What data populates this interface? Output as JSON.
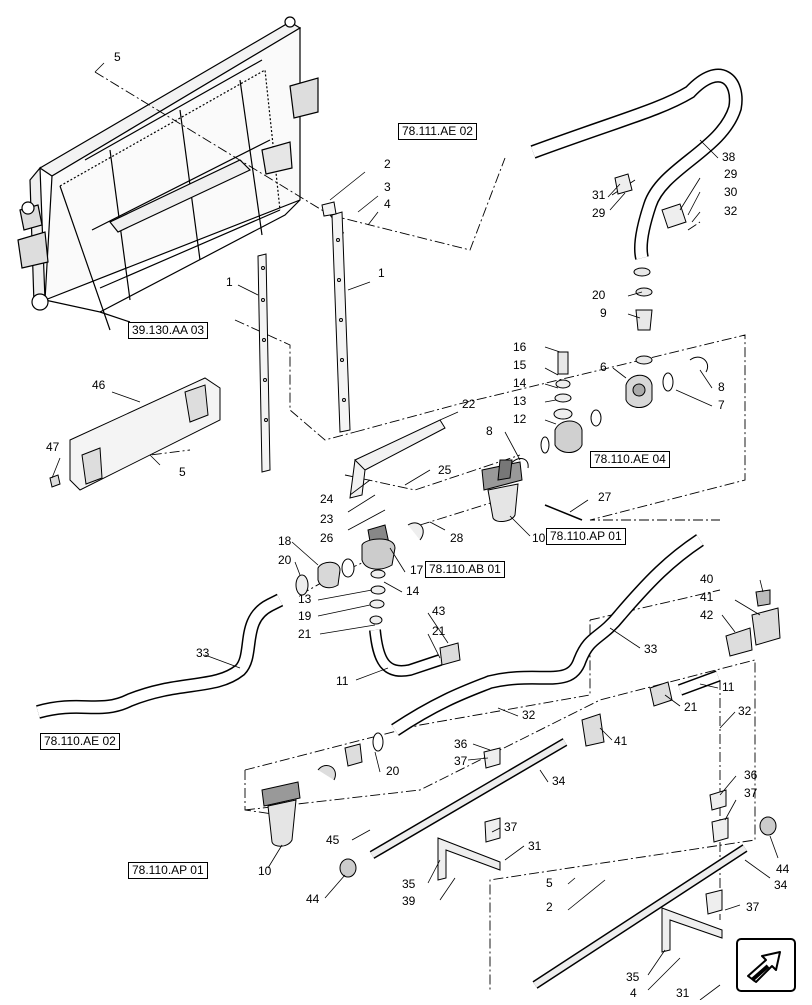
{
  "refs": {
    "r1": "78.111.AE 02",
    "r2": "39.130.AA 03",
    "r3": "78.110.AE 04",
    "r4": "78.110.AP 01",
    "r5": "78.110.AB 01",
    "r6": "78.110.AE 02",
    "r7": "78.110.AP 01"
  },
  "callouts": {
    "c5a": "5",
    "c2a": "2",
    "c3": "3",
    "c4a": "4",
    "c1a": "1",
    "c1b": "1",
    "c46": "46",
    "c47": "47",
    "c5b": "5",
    "c22": "22",
    "c24": "24",
    "c23": "23",
    "c25": "25",
    "c26": "26",
    "c28": "28",
    "c38": "38",
    "c31a": "31",
    "c29a": "29",
    "c29b": "29",
    "c30": "30",
    "c32a": "32",
    "c20a": "20",
    "c9": "9",
    "c16": "16",
    "c15": "15",
    "c14a": "14",
    "c13a": "13",
    "c12": "12",
    "c6": "6",
    "c8a": "8",
    "c7": "7",
    "c8b": "8",
    "c27": "27",
    "c10a": "10",
    "c18": "18",
    "c20b": "20",
    "c17": "17",
    "c13b": "13",
    "c14b": "14",
    "c19": "19",
    "c21a": "21",
    "c43": "43",
    "c21b": "21",
    "c11a": "11",
    "c33a": "33",
    "c33b": "33",
    "c40": "40",
    "c41a": "41",
    "c42": "42",
    "c11b": "11",
    "c21c": "21",
    "c32b": "32",
    "c32c": "32",
    "c41b": "41",
    "c36a": "36",
    "c37a": "37",
    "c20c": "20",
    "c34a": "34",
    "c45": "45",
    "c37b": "37",
    "c31b": "31",
    "c35a": "35",
    "c39": "39",
    "c44a": "44",
    "c10b": "10",
    "c36b": "36",
    "c37c": "37",
    "c44b": "44",
    "c5c": "5",
    "c2b": "2",
    "c34b": "34",
    "c37d": "37",
    "c35b": "35",
    "c4b": "4",
    "c31c": "31"
  }
}
